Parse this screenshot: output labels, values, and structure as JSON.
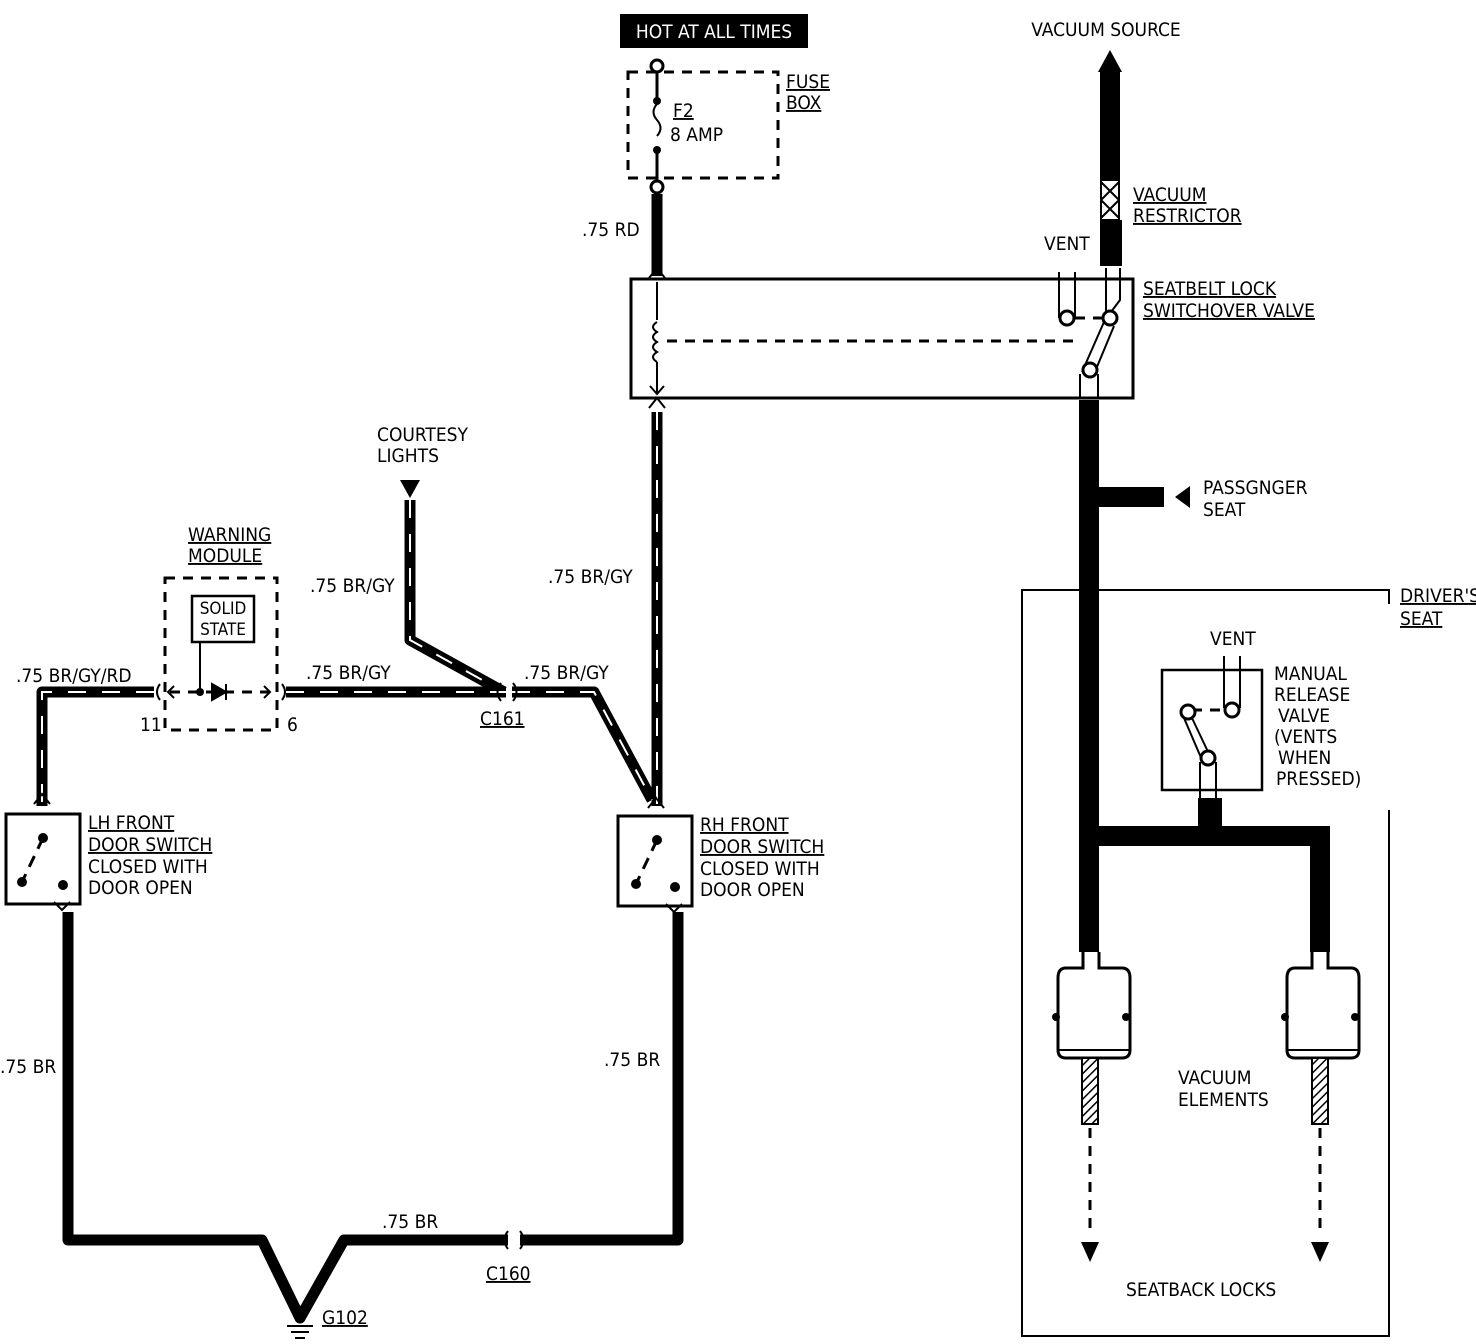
{
  "power": {
    "label": "HOT AT ALL TIMES"
  },
  "fuse_box": {
    "name": "FUSE",
    "name2": "BOX",
    "fuse_id": "F2",
    "fuse_rating": "8 AMP"
  },
  "wires": {
    "red": ".75 RD",
    "br_gy_valve": ".75 BR/GY",
    "br_gy_courtesy": ".75 BR/GY",
    "br_gy_module": ".75 BR/GY",
    "br_gy_c161": ".75 BR/GY",
    "br_gy_rd": ".75 BR/GY/RD",
    "br_left": ".75 BR",
    "br_right": ".75 BR",
    "br_bottom": ".75 BR"
  },
  "courtesy": {
    "line1": "COURTESY",
    "line2": "LIGHTS"
  },
  "warning_module": {
    "line1": "WARNING",
    "line2": "MODULE",
    "chip1": "SOLID",
    "chip2": "STATE",
    "pin_left": "11",
    "pin_right": "6"
  },
  "connectors": {
    "c161": "C161",
    "c160": "C160",
    "ground": "G102"
  },
  "lh_switch": {
    "line1": "LH FRONT",
    "line2": "DOOR SWITCH",
    "line3": "CLOSED WITH",
    "line4": "DOOR OPEN"
  },
  "rh_switch": {
    "line1": "RH FRONT",
    "line2": "DOOR SWITCH",
    "line3": "CLOSED WITH",
    "line4": "DOOR OPEN"
  },
  "vacuum": {
    "source": "VACUUM SOURCE",
    "restrictor1": "VACUUM",
    "restrictor2": "RESTRICTOR",
    "vent_top": "VENT",
    "valve1": "SEATBELT LOCK",
    "valve2": "SWITCHOVER VALVE",
    "passenger1": "PASSGNGER",
    "passenger2": "SEAT",
    "driver1": "DRIVER'S",
    "driver2": "SEAT",
    "vent_seat": "VENT",
    "manual": [
      "MANUAL",
      "RELEASE",
      "VALVE",
      "(VENTS",
      "WHEN",
      "PRESSED)"
    ],
    "elements1": "VACUUM",
    "elements2": "ELEMENTS",
    "locks": "SEATBACK LOCKS"
  }
}
